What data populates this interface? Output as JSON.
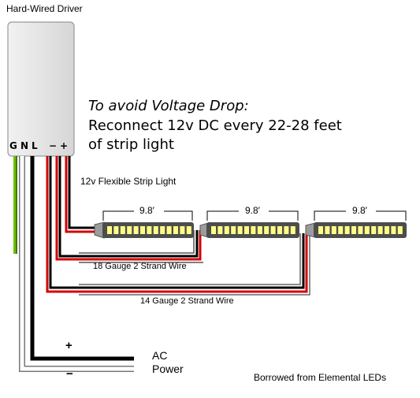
{
  "driver": {
    "title": "Hard-Wired Driver",
    "terminal_g": "G",
    "terminal_n": "N",
    "terminal_l": "L",
    "terminal_neg": "−",
    "terminal_pos": "+"
  },
  "note": {
    "line1": "To avoid Voltage Drop:",
    "line2": "Reconnect 12v DC every 22-28 feet",
    "line3": "of strip light"
  },
  "strip": {
    "title": "12v Flexible Strip Light",
    "segments": [
      {
        "length_label": "9.8′"
      },
      {
        "length_label": "9.8′"
      },
      {
        "length_label": "9.8′"
      }
    ]
  },
  "wires": {
    "gauge18_label": "18 Gauge 2 Strand Wire",
    "gauge14_label": "14 Gauge 2 Strand Wire"
  },
  "ac": {
    "line1": "AC",
    "line2": "Power",
    "plus": "+",
    "minus": "−"
  },
  "credit": "Borrowed from Elemental LEDs",
  "colors": {
    "positive_wire": "#d40000",
    "negative_wire": "#000000",
    "ground_wire": "#66bb00",
    "neutral_wire": "#ffffff",
    "led": "#ffff88",
    "strip_body": "#4a4a4a",
    "driver_body": "#e6e6e6"
  }
}
